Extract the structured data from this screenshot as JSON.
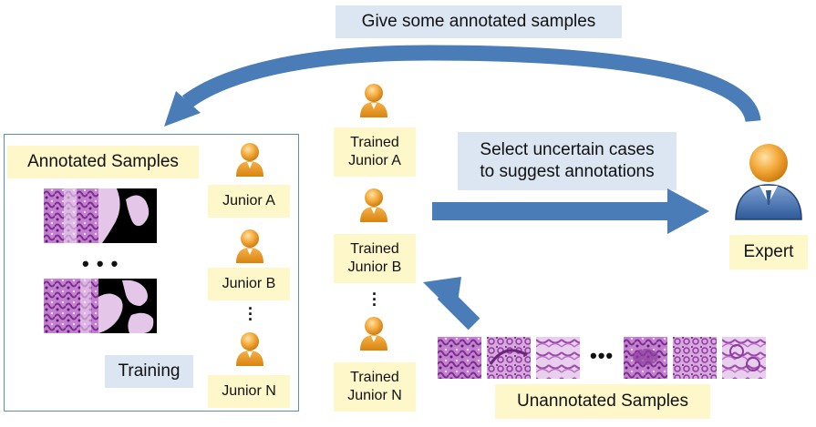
{
  "top_label": "Give some annotated samples",
  "annotated_title": "Annotated Samples",
  "training_label": "Training",
  "ellipsis": "• • •",
  "juniors": [
    "Junior A",
    "Junior B",
    "Junior N"
  ],
  "trained": [
    {
      "line1": "Trained",
      "line2": "Junior A"
    },
    {
      "line1": "Trained",
      "line2": "Junior B"
    },
    {
      "line1": "Trained",
      "line2": "Junior N"
    }
  ],
  "select_label": {
    "line1": "Select uncertain cases",
    "line2": "to suggest annotations"
  },
  "expert_label": "Expert",
  "unannotated_label": "Unannotated Samples",
  "colors": {
    "arrow_blue": "#4a7db8",
    "person_orange": "#f0a020",
    "expert_blue": "#3b6aa8",
    "label_yellow": "#fdf7c9",
    "label_blue": "#dce6f2",
    "tissue_purple": "#b063b8",
    "mask_pink": "#e3c6e8"
  },
  "icons": [
    "junior-person-icon",
    "expert-person-icon",
    "curved-arrow-icon",
    "right-arrow-icon",
    "up-arrow-icon"
  ]
}
